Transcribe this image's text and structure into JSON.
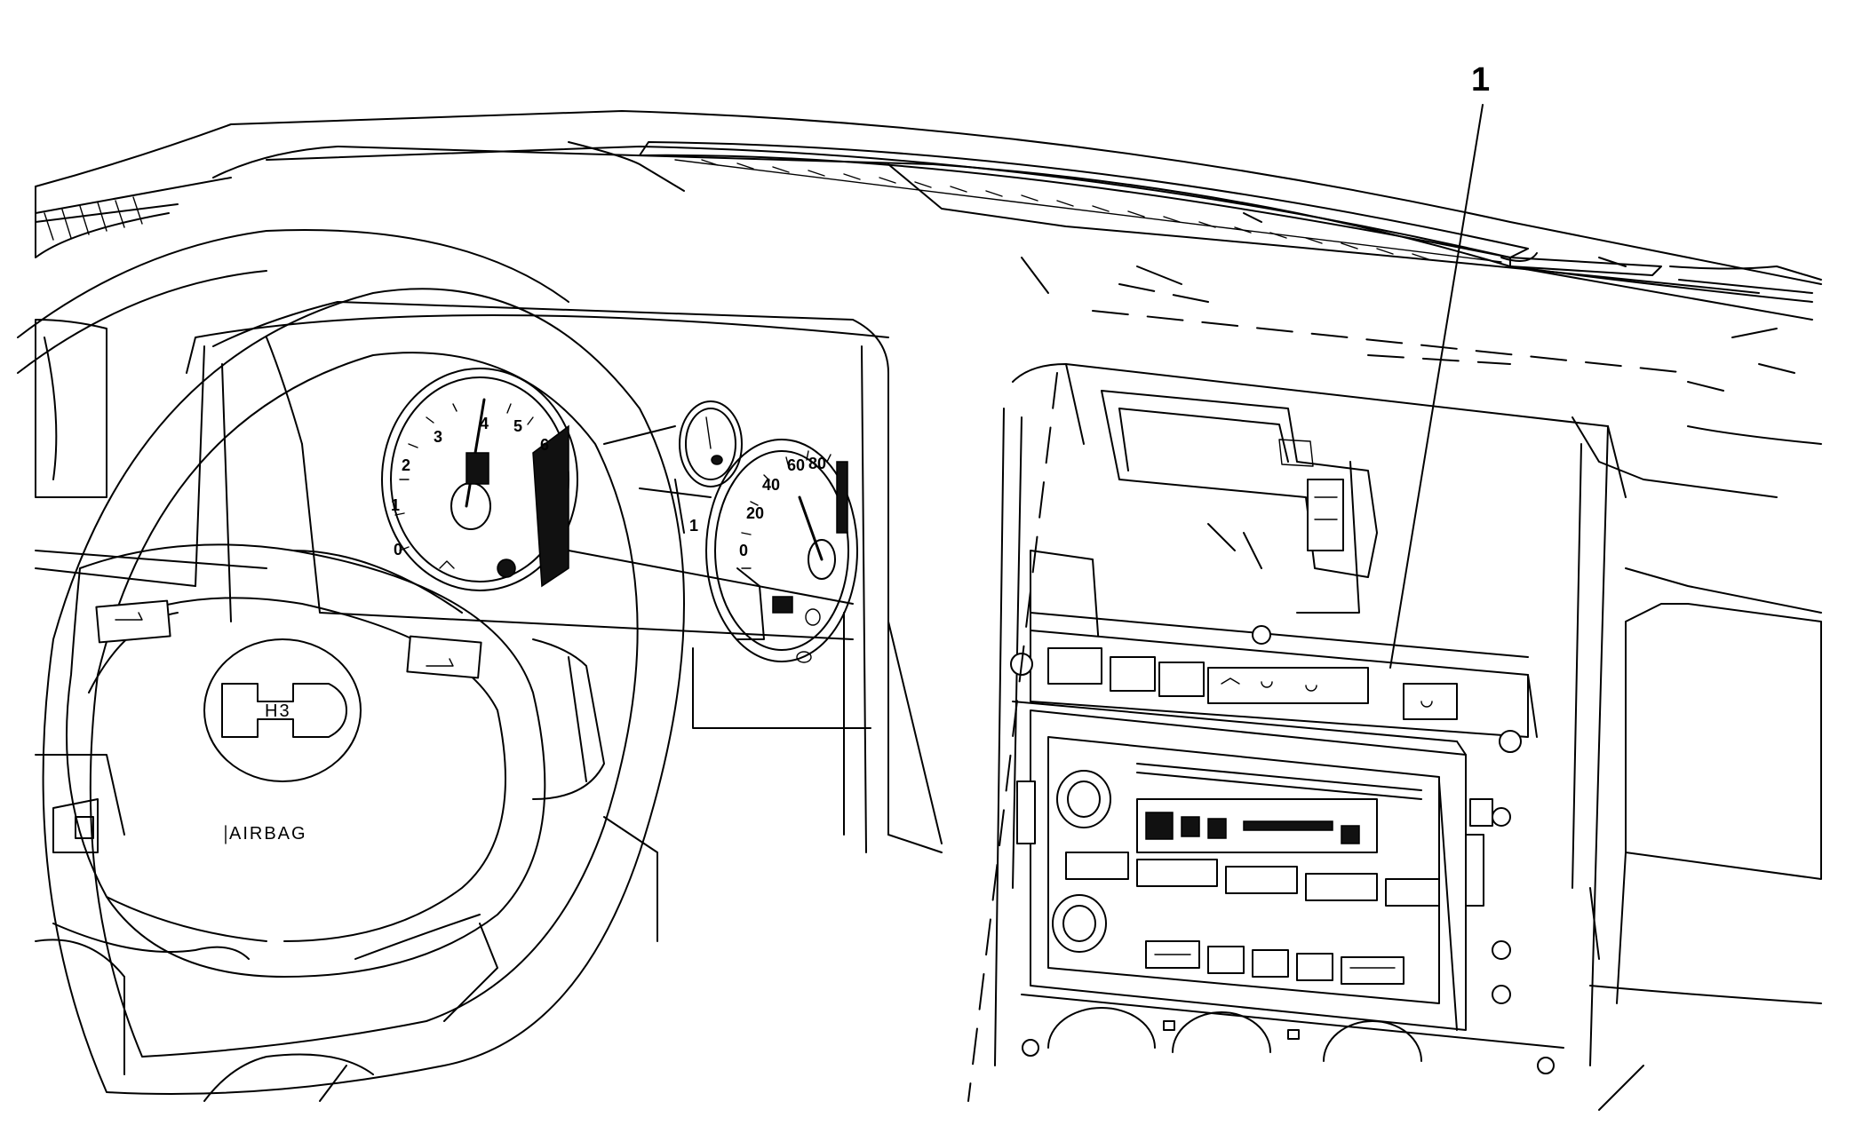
{
  "callout": {
    "number": "1"
  },
  "steering_wheel": {
    "airbag_label": "AIRBAG",
    "emblem": "H3"
  },
  "tachometer": {
    "ticks": [
      "0",
      "1",
      "2",
      "3",
      "4",
      "5",
      "6"
    ]
  },
  "speedometer": {
    "ticks": [
      "0",
      "20",
      "40",
      "60",
      "80"
    ]
  },
  "fuel_gauge": {
    "ticks": [
      "1"
    ]
  }
}
